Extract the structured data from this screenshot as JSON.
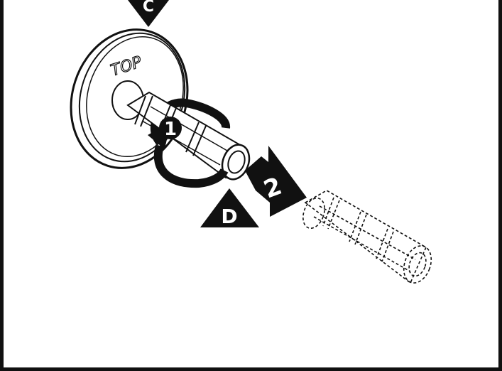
{
  "diagram": {
    "labels": {
      "cap_text": "TOP",
      "step_rotate": "1",
      "step_pull": "2",
      "callout_c": "C",
      "callout_d": "D"
    },
    "colors": {
      "ink": "#111111",
      "paper": "#ffffff"
    }
  }
}
